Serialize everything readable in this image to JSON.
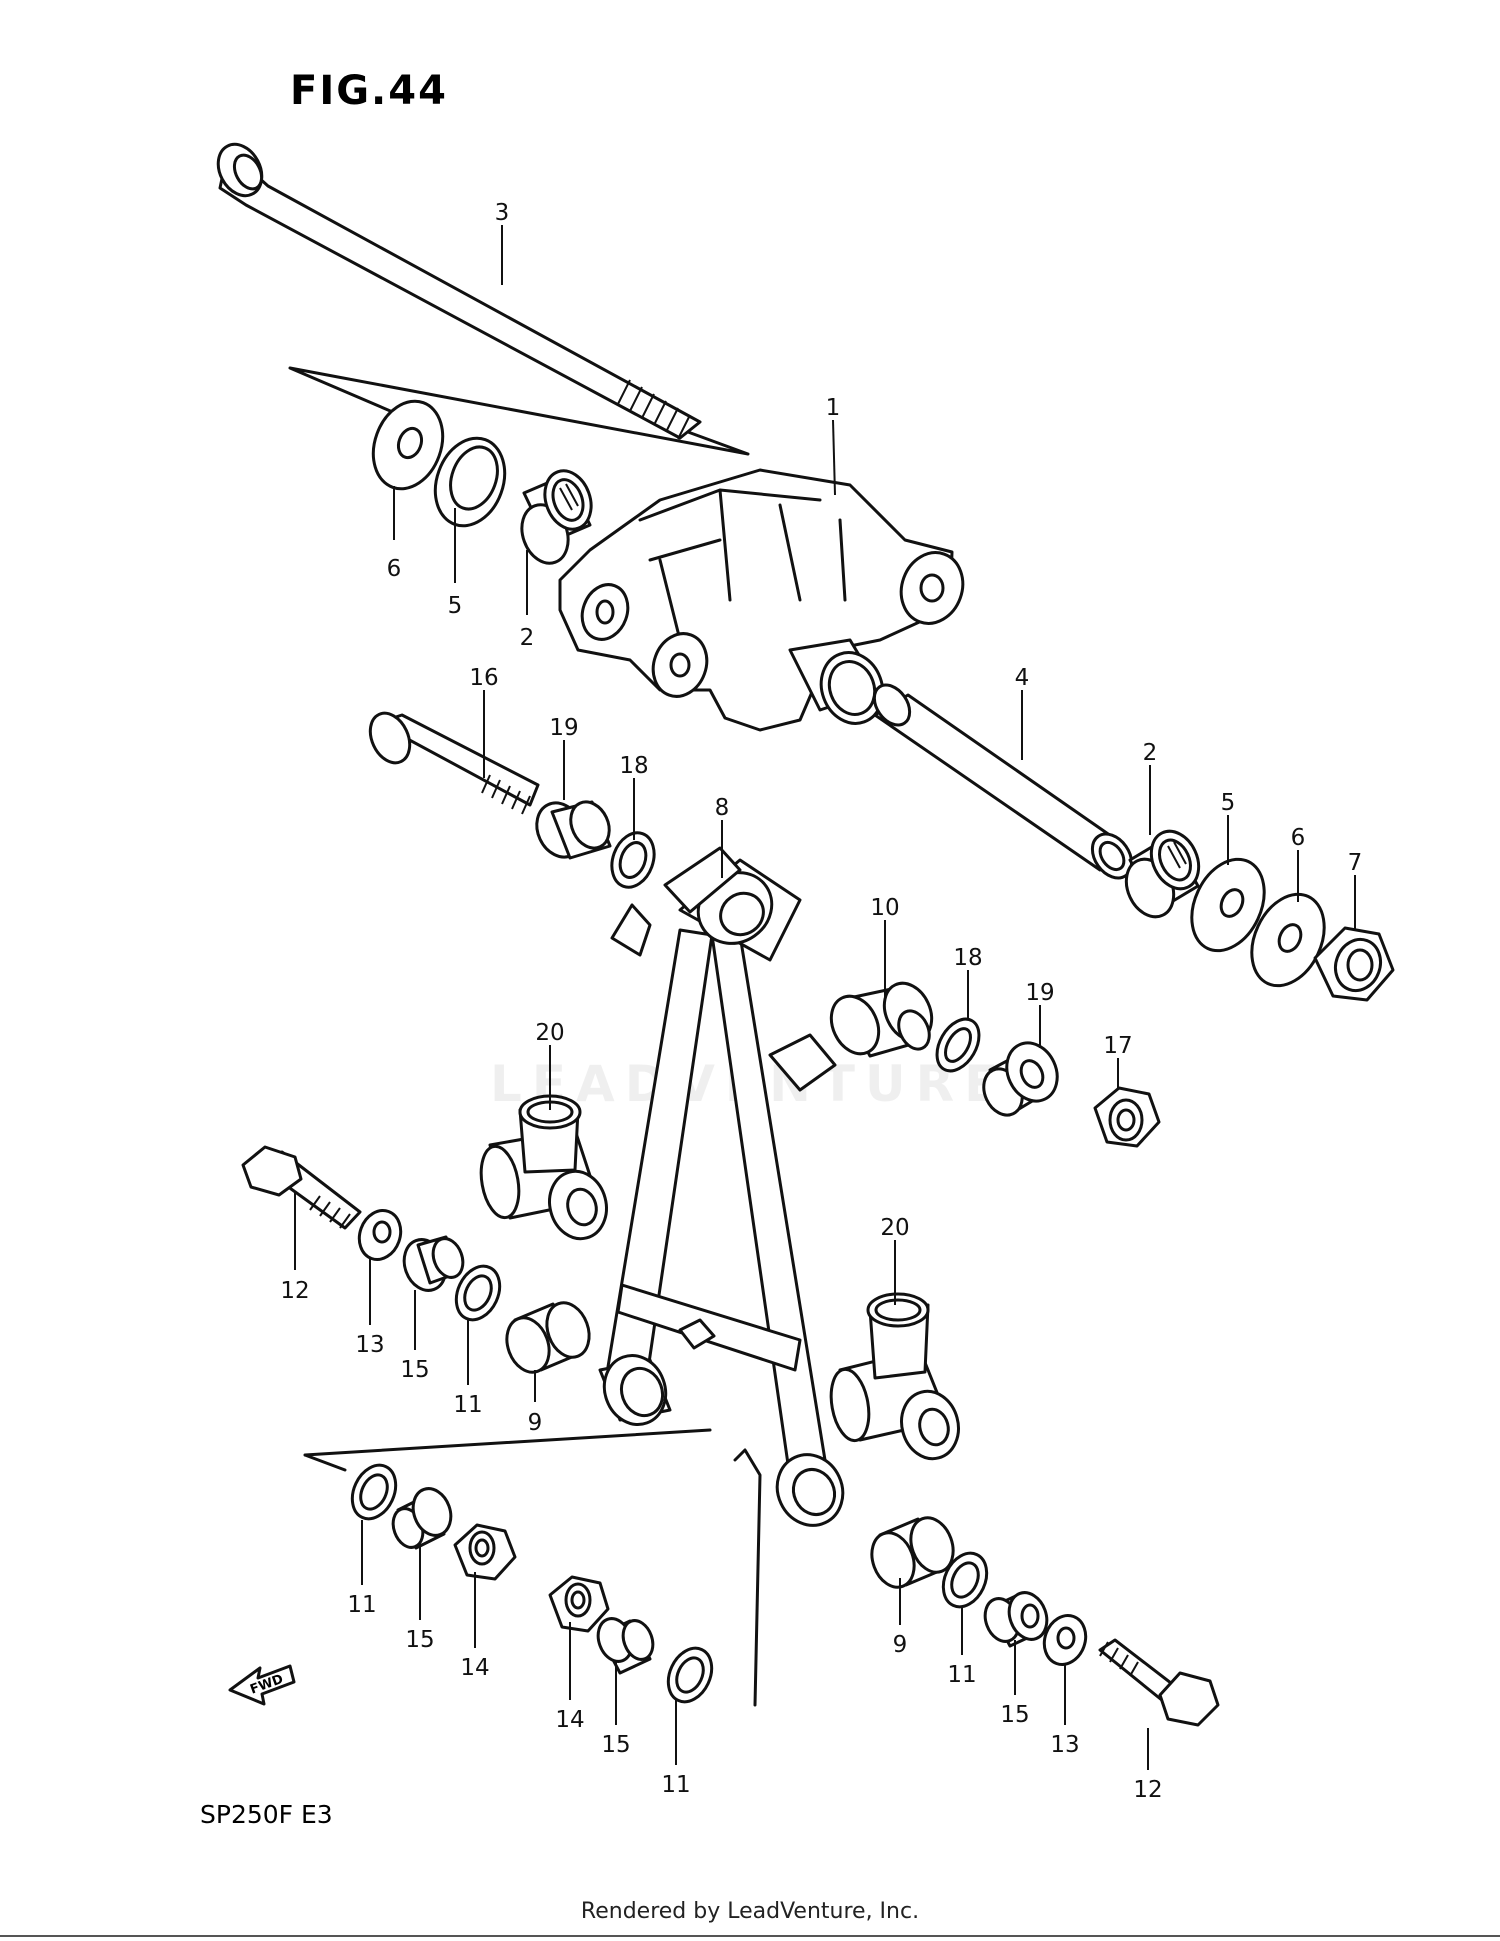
{
  "figure": {
    "title": "FIG.44",
    "model_code": "SP250F  E3"
  },
  "watermark": "LEADVENTURE",
  "footer": "Rendered by LeadVenture, Inc.",
  "fwd_label": "FWD",
  "callouts": [
    {
      "id": "c-1",
      "text": "1"
    },
    {
      "id": "c-2a",
      "text": "2"
    },
    {
      "id": "c-2b",
      "text": "2"
    },
    {
      "id": "c-3",
      "text": "3"
    },
    {
      "id": "c-4",
      "text": "4"
    },
    {
      "id": "c-5a",
      "text": "5"
    },
    {
      "id": "c-5b",
      "text": "5"
    },
    {
      "id": "c-6a",
      "text": "6"
    },
    {
      "id": "c-6b",
      "text": "6"
    },
    {
      "id": "c-7",
      "text": "7"
    },
    {
      "id": "c-8",
      "text": "8"
    },
    {
      "id": "c-9a",
      "text": "9"
    },
    {
      "id": "c-9b",
      "text": "9"
    },
    {
      "id": "c-10",
      "text": "10"
    },
    {
      "id": "c-11a",
      "text": "11"
    },
    {
      "id": "c-11b",
      "text": "11"
    },
    {
      "id": "c-11c",
      "text": "11"
    },
    {
      "id": "c-11d",
      "text": "11"
    },
    {
      "id": "c-12a",
      "text": "12"
    },
    {
      "id": "c-12b",
      "text": "12"
    },
    {
      "id": "c-13a",
      "text": "13"
    },
    {
      "id": "c-13b",
      "text": "13"
    },
    {
      "id": "c-14a",
      "text": "14"
    },
    {
      "id": "c-14b",
      "text": "14"
    },
    {
      "id": "c-15a",
      "text": "15"
    },
    {
      "id": "c-15b",
      "text": "15"
    },
    {
      "id": "c-15c",
      "text": "15"
    },
    {
      "id": "c-15d",
      "text": "15"
    },
    {
      "id": "c-16",
      "text": "16"
    },
    {
      "id": "c-17",
      "text": "17"
    },
    {
      "id": "c-18a",
      "text": "18"
    },
    {
      "id": "c-18b",
      "text": "18"
    },
    {
      "id": "c-19a",
      "text": "19"
    },
    {
      "id": "c-19b",
      "text": "19"
    },
    {
      "id": "c-20a",
      "text": "20"
    },
    {
      "id": "c-20b",
      "text": "20"
    }
  ]
}
